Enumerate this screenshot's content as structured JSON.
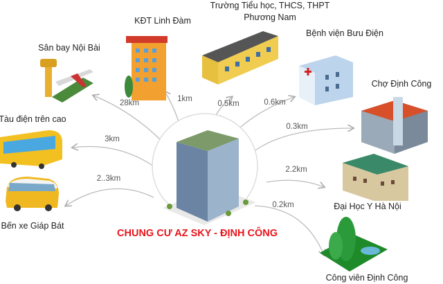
{
  "title": "CHUNG CƯ AZ SKY - ĐỊNH CÔNG",
  "accent_color": "#e8141b",
  "destinations": [
    {
      "name": "Sân bay Nội Bài",
      "distance": "28km",
      "icon": "airport-icon"
    },
    {
      "name": "KĐT Linh Đàm",
      "distance": "1km",
      "icon": "apartment-building-icon"
    },
    {
      "name_line1": "Trường Tiểu học, THCS, THPT",
      "name_line2": "Phương Nam",
      "distance": "0.5km",
      "icon": "school-icon"
    },
    {
      "name": "Bệnh viện Bưu Điện",
      "distance": "0.6km",
      "icon": "hospital-icon"
    },
    {
      "name": "Chợ Định Công",
      "distance": "0.3km",
      "icon": "market-icon"
    },
    {
      "name": "Tàu điện trên cao",
      "distance": "3km",
      "icon": "train-icon"
    },
    {
      "name": "Bến xe  Giáp Bát",
      "distance": "2..3km",
      "icon": "bus-icon"
    },
    {
      "name": "Đại Học Y Hà Nội",
      "distance": "2.2km",
      "icon": "university-icon"
    },
    {
      "name": "Công viên Định Công",
      "distance": "0.2km",
      "icon": "park-icon"
    }
  ]
}
